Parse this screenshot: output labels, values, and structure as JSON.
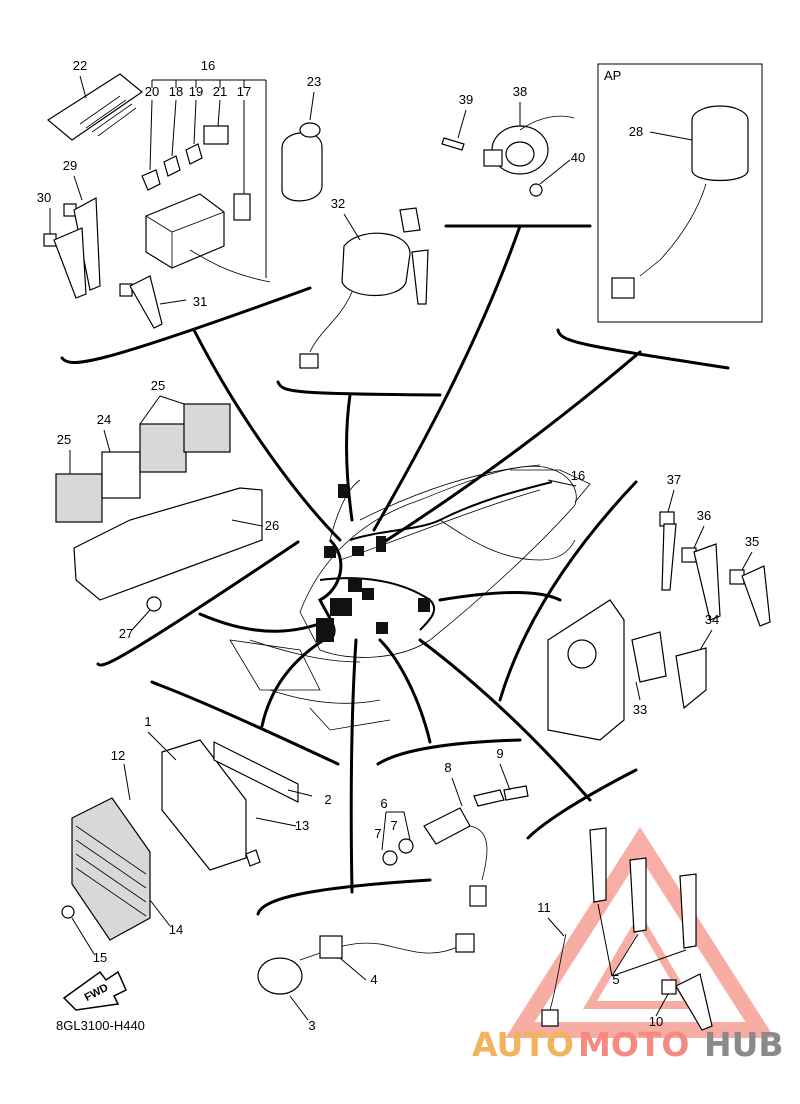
{
  "diagram": {
    "reference_code": "8GL3100-H440",
    "fwd_label": "FWD",
    "ap_label": "AP",
    "callouts": [
      "1",
      "2",
      "3",
      "4",
      "5",
      "6",
      "7",
      "8",
      "9",
      "10",
      "11",
      "12",
      "13",
      "14",
      "15",
      "16",
      "17",
      "18",
      "19",
      "20",
      "21",
      "22",
      "23",
      "24",
      "25",
      "26",
      "27",
      "28",
      "29",
      "30",
      "31",
      "32",
      "33",
      "34",
      "35",
      "36",
      "37",
      "38",
      "39",
      "40"
    ]
  },
  "watermark": {
    "part1": "AUTO",
    "part2": "MOTO",
    "part3": "HUB",
    "colors": {
      "part1": "#f2b35c",
      "part2": "#f48a82",
      "part3": "#8a8a8a",
      "triangle": "#f26b5b"
    }
  }
}
